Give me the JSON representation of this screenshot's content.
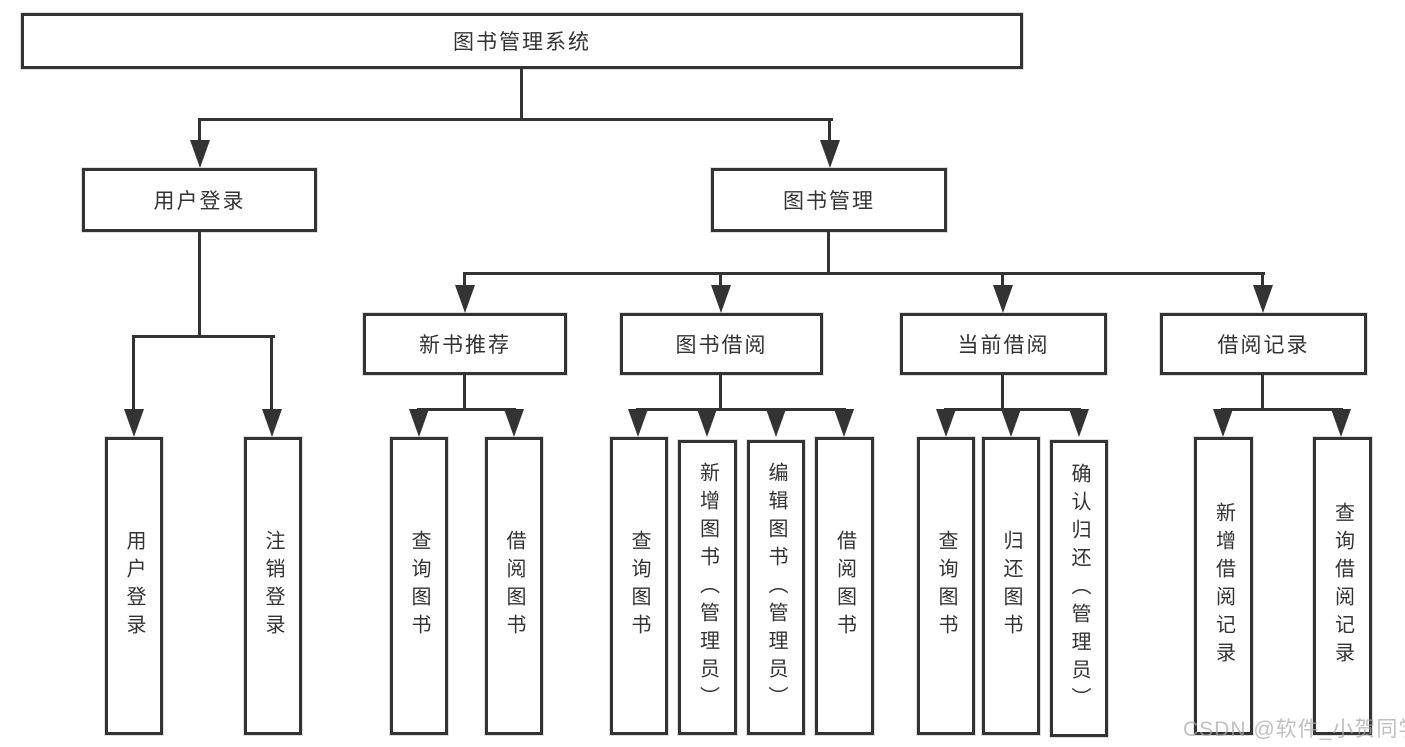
{
  "diagram_title": "图书管理系统",
  "nodes": {
    "root": "图书管理系统",
    "user_login": "用户登录",
    "book_mgmt": "图书管理",
    "new_book_rec": "新书推荐",
    "book_borrow": "图书借阅",
    "current_borrow": "当前借阅",
    "borrow_record": "借阅记录",
    "leaf_user_login": "用户登录",
    "leaf_logout": "注销登录",
    "leaf_query_book_1": "查询图书",
    "leaf_borrow_book_1": "借阅图书",
    "leaf_query_book_2": "查询图书",
    "leaf_add_book": "新增图书（管理员）",
    "leaf_edit_book": "编辑图书（管理员）",
    "leaf_borrow_book_2": "借阅图书",
    "leaf_query_book_3": "查询图书",
    "leaf_return_book": "归还图书",
    "leaf_confirm_return": "确认归还（管理员）",
    "leaf_add_borrow_record": "新增借阅记录",
    "leaf_query_borrow_record": "查询借阅记录"
  },
  "hierarchy": {
    "root": "图书管理系统",
    "children": [
      {
        "label": "用户登录",
        "children": [
          "用户登录",
          "注销登录"
        ]
      },
      {
        "label": "图书管理",
        "children": [
          {
            "label": "新书推荐",
            "children": [
              "查询图书",
              "借阅图书"
            ]
          },
          {
            "label": "图书借阅",
            "children": [
              "查询图书",
              "新增图书（管理员）",
              "编辑图书（管理员）",
              "借阅图书"
            ]
          },
          {
            "label": "当前借阅",
            "children": [
              "查询图书",
              "归还图书",
              "确认归还（管理员）"
            ]
          },
          {
            "label": "借阅记录",
            "children": [
              "新增借阅记录",
              "查询借阅记录"
            ]
          }
        ]
      }
    ]
  },
  "watermark": "CSDN @软件_小贺同学",
  "colors": {
    "line": "#333333",
    "box_background": "#ffffff",
    "text": "#333333",
    "watermark": "#ababab"
  }
}
